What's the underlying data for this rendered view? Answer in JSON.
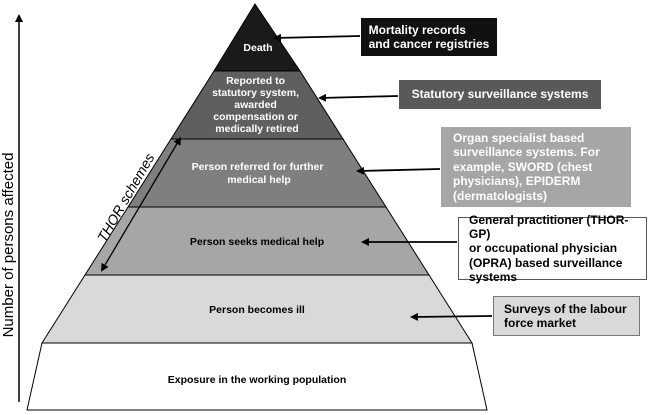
{
  "y_axis_label": "Number of persons affected",
  "thor_label": "THOR schemes",
  "colors": {
    "death": "#1a1a1a",
    "reported": "#5f5f5f",
    "referred": "#7f7f7f",
    "seeks": "#a6a6a6",
    "ill": "#d9d9d9",
    "exposure": "#ffffff",
    "callout_dark": "#111111",
    "callout_mid": "#595959",
    "callout_light": "#a6a6a6",
    "callout_lighter": "#d9d9d9"
  },
  "tiers": [
    {
      "id": "death",
      "lines": [
        "Death"
      ]
    },
    {
      "id": "reported",
      "lines": [
        "Reported to",
        "statutory system,",
        "awarded",
        "compensation or",
        "medically retired"
      ]
    },
    {
      "id": "referred",
      "lines": [
        "Person referred for further",
        "medical help"
      ]
    },
    {
      "id": "seeks",
      "lines": [
        "Person seeks medical help"
      ]
    },
    {
      "id": "ill",
      "lines": [
        "Person becomes ill"
      ]
    },
    {
      "id": "exposure",
      "lines": [
        "Exposure in the working population"
      ]
    }
  ],
  "callouts": {
    "mortality": "Mortality records\nand cancer registries",
    "statutory": "Statutory surveillance systems",
    "organ": "Organ specialist based\nsurveillance systems. For\nexample, SWORD (chest\nphysicians), EPIDERM\n(dermatologists)",
    "gp": "General practitioner (THOR-GP)\nor occupational physician\n(OPRA) based surveillance\nsystems",
    "surveys": "Surveys of the labour\nforce market"
  }
}
